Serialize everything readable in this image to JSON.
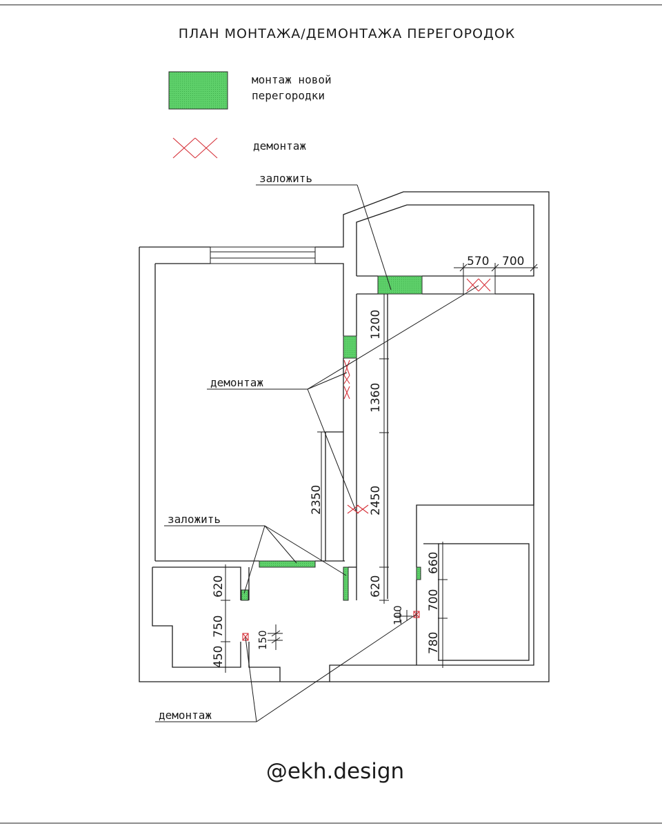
{
  "title": "ПЛАН МОНТАЖА/ДЕМОНТАЖА ПЕРЕГОРОДОК",
  "legend": {
    "new_partition": "монтаж новой перегородки",
    "new_partition_line1": "монтаж новой",
    "new_partition_line2": "перегородки",
    "demolition": "демонтаж"
  },
  "labels": {
    "lay_top": "заложить",
    "lay_mid": "заложить",
    "demo_mid": "демонтаж",
    "demo_bottom": "демонтаж"
  },
  "dimensions": {
    "d570": "570",
    "d700_top": "700",
    "d1200": "1200",
    "d1360": "1360",
    "d2350": "2350",
    "d2450": "2450",
    "d620_corr": "620",
    "d100": "100",
    "d660": "660",
    "d700_right": "700",
    "d780": "780",
    "d620_left": "620",
    "d750": "750",
    "d450": "450",
    "d150": "150"
  },
  "watermark": "@ekh.design",
  "colors": {
    "partition_fill": "#5ed06a",
    "demolition_cross": "#d6323a",
    "lines": "#1a1a1a"
  }
}
